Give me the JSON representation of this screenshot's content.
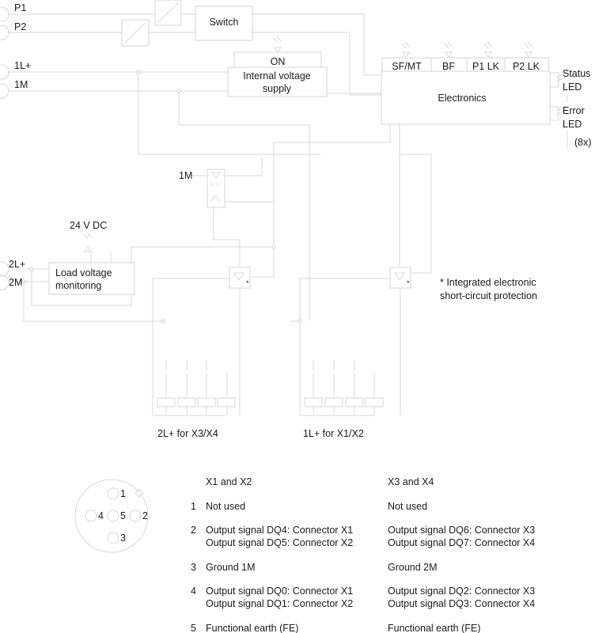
{
  "inputs": {
    "p1": "P1",
    "p2": "P2",
    "l1": "1L+",
    "m1": "1M",
    "l2": "2L+",
    "m2": "2M",
    "m1_opto": "1M"
  },
  "blocks": {
    "switch": "Switch",
    "on": "ON",
    "supply_line1": "Internal voltage",
    "supply_line2": "supply",
    "electronics": "Electronics",
    "leds": [
      "SF/MT",
      "BF",
      "P1 LK",
      "P2 LK"
    ],
    "status_led": [
      "Status",
      "LED"
    ],
    "error_led": [
      "Error",
      "LED"
    ],
    "multiplier": "(8x)",
    "dc_label": "24 V DC",
    "load_monitor_line1": "Load voltage",
    "load_monitor_line2": "monitoring",
    "note_line1": "* Integrated electronic",
    "note_line2": "short-circuit protection",
    "driver_mark": "*",
    "out_left": "2L+ for X3/X4",
    "out_right": "1L+ for X1/X2"
  },
  "connector": {
    "pins": [
      "1",
      "2",
      "3",
      "4",
      "5"
    ]
  },
  "pin_table": {
    "headers": [
      "X1 and X2",
      "X3 and X4"
    ],
    "rows": [
      {
        "pin": "1",
        "x12": [
          "Not used"
        ],
        "x34": [
          "Not used"
        ]
      },
      {
        "pin": "2",
        "x12": [
          "Output signal DQ4: Connector X1",
          "Output signal DQ5: Connector X2"
        ],
        "x34": [
          "Output signal DQ6: Connector X3",
          "Output signal DQ7: Connector X4"
        ]
      },
      {
        "pin": "3",
        "x12": [
          "Ground 1M"
        ],
        "x34": [
          "Ground 2M"
        ]
      },
      {
        "pin": "4",
        "x12": [
          "Output signal DQ0: Connector X1",
          "Output signal DQ1: Connector X2"
        ],
        "x34": [
          "Output signal DQ2: Connector X3",
          "Output signal DQ3: Connector X4"
        ]
      },
      {
        "pin": "5",
        "x12": [
          "Functional earth (FE)"
        ],
        "x34": [
          "Functional earth (FE)"
        ]
      }
    ]
  }
}
